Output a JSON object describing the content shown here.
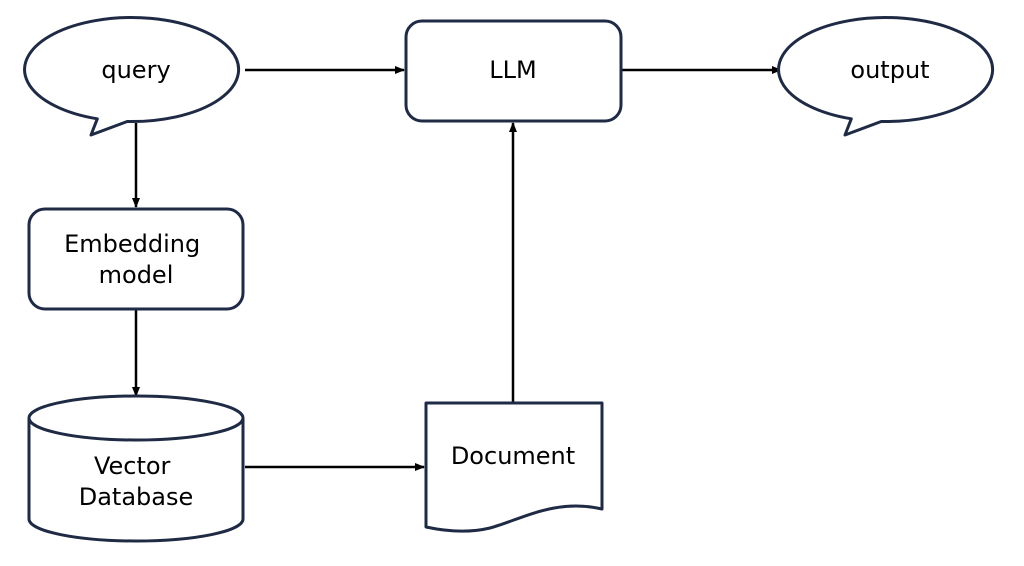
{
  "colors": {
    "node_stroke": "#1f2a44",
    "node_fill": "#ffffff",
    "edge": "#000000",
    "background": "#ffffff"
  },
  "nodes": {
    "query": {
      "label": "query",
      "shape": "speech-bubble"
    },
    "llm": {
      "label": "LLM",
      "shape": "rounded-rectangle"
    },
    "output": {
      "label": "output",
      "shape": "speech-bubble"
    },
    "embedding_model": {
      "label_lines": [
        "Embedding",
        "model"
      ],
      "shape": "rounded-rectangle"
    },
    "vector_database": {
      "label_lines": [
        "Vector",
        "Database"
      ],
      "shape": "cylinder"
    },
    "document": {
      "label": "Document",
      "shape": "document"
    }
  },
  "edges": [
    {
      "from": "query",
      "to": "llm"
    },
    {
      "from": "llm",
      "to": "output"
    },
    {
      "from": "query",
      "to": "embedding_model"
    },
    {
      "from": "embedding_model",
      "to": "vector_database"
    },
    {
      "from": "vector_database",
      "to": "document"
    },
    {
      "from": "document",
      "to": "llm"
    }
  ]
}
